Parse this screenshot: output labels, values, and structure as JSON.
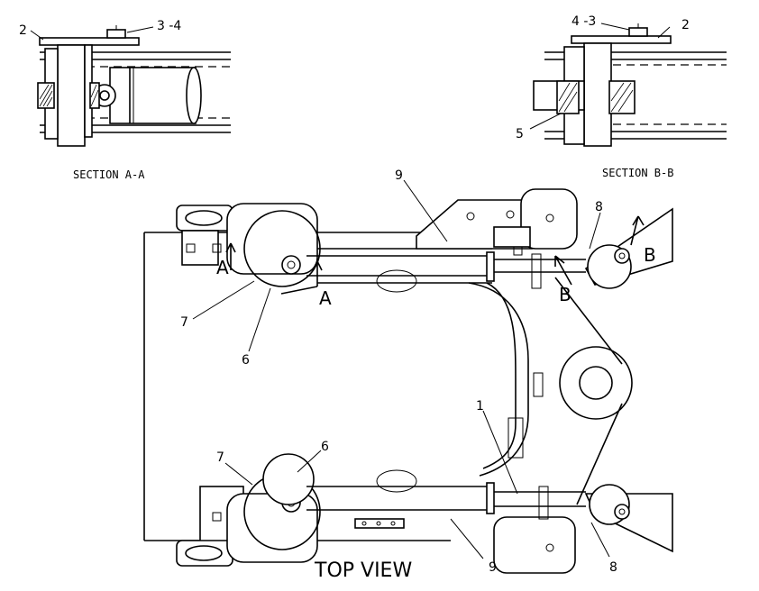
{
  "section_a": {
    "title": "SECTION A-A",
    "callouts": {
      "part_2": "2",
      "part_3_4": "3 -4"
    }
  },
  "section_b": {
    "title": "SECTION B-B",
    "callouts": {
      "part_4_3": "4 -3",
      "part_2": "2",
      "part_5": "5"
    }
  },
  "top_view": {
    "title": "TOP VIEW",
    "section_markers": {
      "a_left": "A",
      "a_right": "A",
      "b_left": "B",
      "b_right": "B"
    },
    "callouts": {
      "part_9_top": "9",
      "part_8_top": "8",
      "part_7_top": "7",
      "part_6_top": "6",
      "part_1": "1",
      "part_7_bottom": "7",
      "part_6_bottom": "6",
      "part_9_bottom": "9",
      "part_8_bottom": "8"
    }
  }
}
